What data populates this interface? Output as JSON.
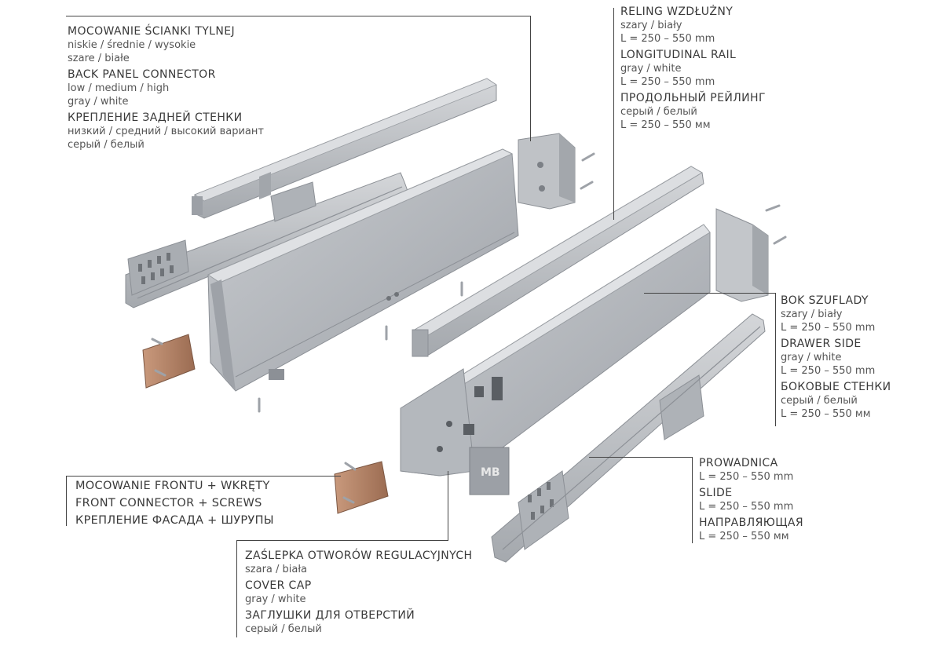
{
  "colors": {
    "metal": "#b7babe",
    "metal_dark": "#8c9096",
    "metal_light": "#d6d8db",
    "bracket": "#b8876a",
    "text": "#3a3a3a",
    "line": "#444444"
  },
  "callouts": {
    "back_panel_connector": {
      "pl_title": "MOCOWANIE ŚCIANKI TYLNEJ",
      "pl_1": "niskie / średnie / wysokie",
      "pl_2": "szare / białe",
      "en_title": "BACK PANEL CONNECTOR",
      "en_1": "low / medium / high",
      "en_2": "gray / white",
      "ru_title": "КРЕПЛЕНИЕ ЗАДНЕЙ СТЕНКИ",
      "ru_1": "низкий / средний / высокий вариант",
      "ru_2": "серый / белый"
    },
    "longitudinal_rail": {
      "pl_title": "RELING WZDŁUŻNY",
      "pl_1": "szary / biały",
      "pl_2": "L = 250 – 550 mm",
      "en_title": "LONGITUDINAL RAIL",
      "en_1": "gray / white",
      "en_2": "L = 250 – 550 mm",
      "ru_title": "ПРОДОЛЬНЫЙ РЕЙЛИНГ",
      "ru_1": "серый / белый",
      "ru_2": "L = 250 – 550 мм"
    },
    "drawer_side": {
      "pl_title": "BOK SZUFLADY",
      "pl_1": "szary / biały",
      "pl_2": "L = 250 – 550 mm",
      "en_title": "DRAWER SIDE",
      "en_1": "gray / white",
      "en_2": "L = 250 – 550 mm",
      "ru_title": "БОКОВЫЕ СТЕНКИ",
      "ru_1": "серый / белый",
      "ru_2": "L = 250 – 550 мм"
    },
    "slide": {
      "pl_title": "PROWADNICA",
      "pl_1": "L = 250 – 550 mm",
      "en_title": "SLIDE",
      "en_1": "L = 250 – 550 mm",
      "ru_title": "НАПРАВЛЯЮЩАЯ",
      "ru_1": "L = 250 – 550 мм"
    },
    "front_connector": {
      "pl_title": "MOCOWANIE FRONTU + WKRĘTY",
      "en_title": "FRONT CONNECTOR + SCREWS",
      "ru_title": "КРЕПЛЕНИЕ ФАСАДА + ШУРУПЫ"
    },
    "cover_cap": {
      "pl_title": "ZAŚLEPKA OTWORÓW REGULACYJNYCH",
      "pl_1": "szara / biała",
      "en_title": "COVER CAP",
      "en_1": "gray / white",
      "ru_title": "ЗАГЛУШКИ ДЛЯ ОТВЕРСТИЙ",
      "ru_1": "серый / белый"
    }
  },
  "logo": {
    "text": "MB"
  }
}
